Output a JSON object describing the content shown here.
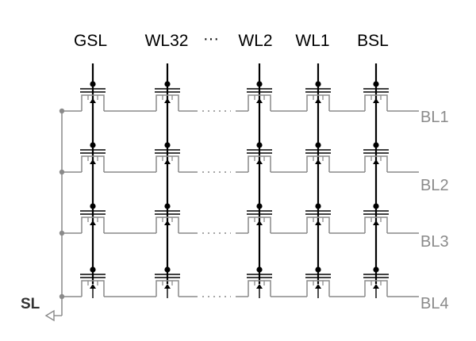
{
  "columns": [
    {
      "label": "GSL"
    },
    {
      "label": "WL32"
    },
    {
      "label": "WL2"
    },
    {
      "label": "WL1"
    },
    {
      "label": "BSL"
    }
  ],
  "column_gap_symbol": "···",
  "rows": [
    {
      "label": "BL1"
    },
    {
      "label": "BL2"
    },
    {
      "label": "BL3"
    },
    {
      "label": "BL4"
    }
  ],
  "source_line_label": "SL",
  "colors": {
    "gate_lines": "#000000",
    "channel_lines": "#8a8a8a",
    "labels": "#000000",
    "row_labels": "#8a8a8a"
  }
}
